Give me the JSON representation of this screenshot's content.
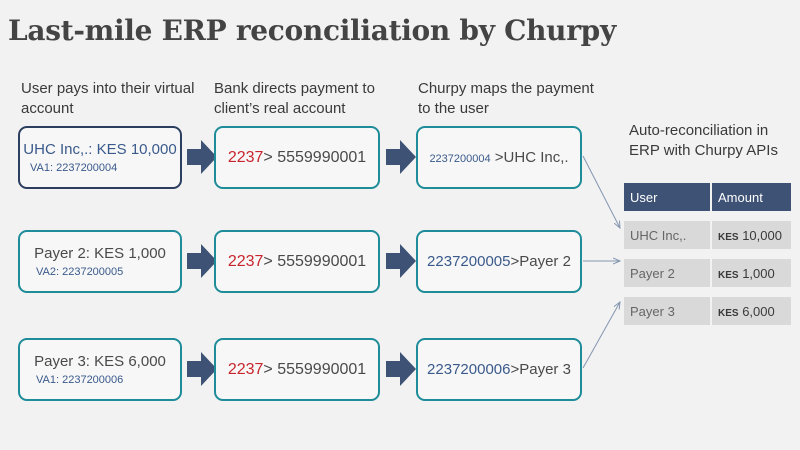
{
  "title": "Last-mile ERP reconciliation by Churpy",
  "columns": [
    "User pays into their virtual account",
    "Bank directs payment to client’s real account",
    "Churpy maps the payment to the user"
  ],
  "rows": [
    {
      "payer": "UHC Inc,.:",
      "amount": "KES 10,000",
      "va": "VA1:",
      "va_number": "2237200004",
      "bank_prefix": "2237",
      "bank_account": "> 5559990001",
      "map_id": "2237200004",
      "map_user": " >UHC Inc,."
    },
    {
      "payer": "Payer 2:",
      "amount": "KES 1,000",
      "va": "VA2:",
      "va_number": "2237200005",
      "bank_prefix": "2237",
      "bank_account": "> 5559990001",
      "map_id": "2237200005",
      "map_user": ">Payer 2"
    },
    {
      "payer": "Payer 3:",
      "amount": "KES 6,000",
      "va": "VA1:",
      "va_number": "2237200006",
      "bank_prefix": "2237",
      "bank_account": "> 5559990001",
      "map_id": "2237200006",
      "map_user": ">Payer 3"
    }
  ],
  "reconciliation": {
    "heading": "Auto-reconciliation in ERP with Churpy APIs",
    "headers": [
      "User",
      "Amount"
    ],
    "rows": [
      {
        "user": "UHC Inc,.",
        "currency": "KES",
        "amount": "10,000"
      },
      {
        "user": "Payer 2",
        "currency": "KES",
        "amount": "1,000"
      },
      {
        "user": "Payer 3",
        "currency": "KES",
        "amount": "6,000"
      }
    ]
  },
  "colors": {
    "box_border": "#1f8c9a",
    "box_border_dark": "#2c3e60",
    "arrow": "#3d5274",
    "bank_prefix": "#c8252c",
    "table_header": "#3d5274",
    "table_cell": "#d9d9d9"
  }
}
